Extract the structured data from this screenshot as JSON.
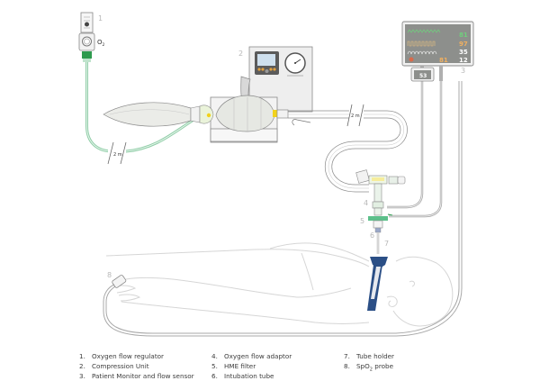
{
  "diagram": {
    "title": "Ventilation setup with compression unit and patient monitor",
    "callouts": {
      "c1": "1",
      "c2": "2",
      "c3": "3",
      "c4": "4",
      "c5": "5",
      "c6": "6",
      "c7": "7",
      "c8": "8"
    },
    "o2_label": "O",
    "o2_sub": "2",
    "distance_label_1": "2 m",
    "distance_label_2": "2 m",
    "monitor": {
      "hr": "81",
      "spo2": "97",
      "rr": "35",
      "pr": "81",
      "etco2": "12",
      "small_display": "53"
    },
    "colors": {
      "tube_green": "#7fc49a",
      "connector_green": "#2e9a4e",
      "hme_green": "#5cc08a",
      "yellow": "#f2d21b",
      "holder_blue": "#2b4f86",
      "monitor_screen": "#8d8f8c",
      "outline": "#9a9a9a"
    }
  },
  "legend": {
    "items": [
      {
        "num": "1.",
        "label": "Oxygen flow regulator"
      },
      {
        "num": "2.",
        "label": "Compression Unit"
      },
      {
        "num": "3.",
        "label": "Patient Monitor and flow sensor"
      },
      {
        "num": "4.",
        "label": "Oxygen flow adaptor"
      },
      {
        "num": "5.",
        "label": "HME filter"
      },
      {
        "num": "6.",
        "label": "Intubation tube"
      },
      {
        "num": "7.",
        "label": "Tube holder"
      },
      {
        "num": "8.",
        "label": "SpO",
        "sub": "2",
        "suffix": " probe"
      }
    ]
  }
}
